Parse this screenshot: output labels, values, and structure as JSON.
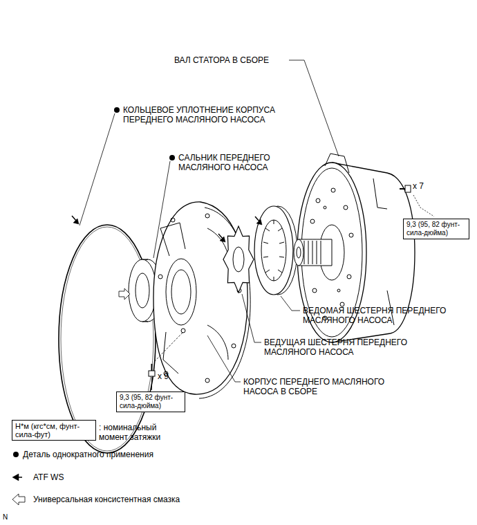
{
  "diagram": {
    "nodes": [
      {
        "text": [
          "9,3 (95, 82 фунт-сила-дюйма)"
        ]
      },
      {
        "text": [
          "9,3 (95, 82 фунт-сила-дюйма)"
        ]
      },
      {
        "text": [
          "Н*м (кгс*см, фунт-сила-фут)"
        ]
      }
    ],
    "labels": [
      "ВАЛ СТАТОРА В СБОРЕ",
      "КОЛЬЦЕВОЕ УПЛОТНЕНИЕ КОРПУСА ПЕРЕДНЕГО МАСЛЯНОГО НАСОСА",
      "САЛЬНИК ПЕРЕДНЕГО МАСЛЯНОГО НАСОСА",
      "x 7",
      "ВЕДОМАЯ ШЕСТЕРНЯ ПЕРЕДНЕГО МАСЛЯНОГО НАСОСА",
      "ВЕДУЩАЯ ШЕСТЕРНЯ ПЕРЕДНЕГО МАСЛЯНОГО НАСОСА",
      "x 9",
      "КОРПУС ПЕРЕДНЕГО МАСЛЯНОГО НАСОСА В СБОРЕ",
      "N"
    ],
    "legend": [
      {
        "text": ": номинальный момент затяжки"
      },
      {
        "text": "Деталь однократного применения"
      },
      {
        "text": "ATF WS"
      },
      {
        "text": "Универсальная консистентная смазка"
      }
    ]
  }
}
